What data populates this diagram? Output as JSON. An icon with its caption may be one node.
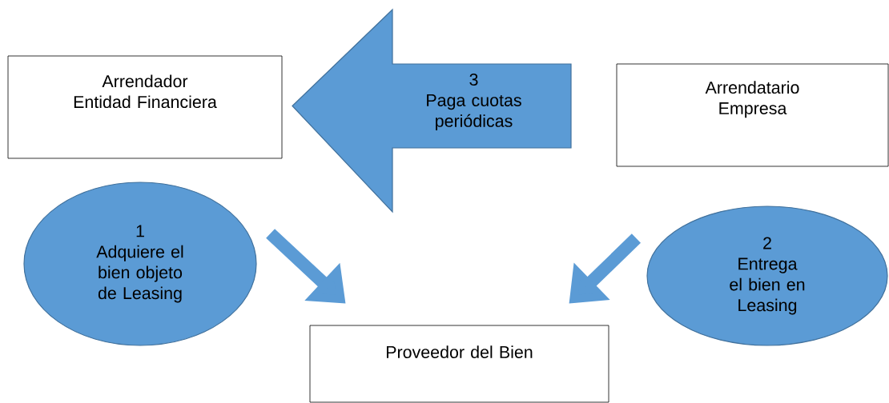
{
  "diagram": {
    "nodes": [
      {
        "text": [
          "Arrendador",
          "Entidad Financiera"
        ]
      },
      {
        "text": [
          "3",
          "Paga cuotas periódicas"
        ]
      },
      {
        "text": [
          "Arrendatario",
          "Empresa"
        ]
      },
      {
        "text": [
          "1",
          "Adquiere el bien objeto de Leasing"
        ]
      },
      {
        "text": [
          "2",
          "Entrega el bien en Leasing"
        ]
      },
      {
        "text": [
          "Proveedor del Bien"
        ]
      }
    ],
    "edges": [
      {
        "from": 3,
        "to": 5,
        "arrow": "to"
      },
      {
        "from": 4,
        "to": 5,
        "arrow": "to"
      }
    ]
  }
}
